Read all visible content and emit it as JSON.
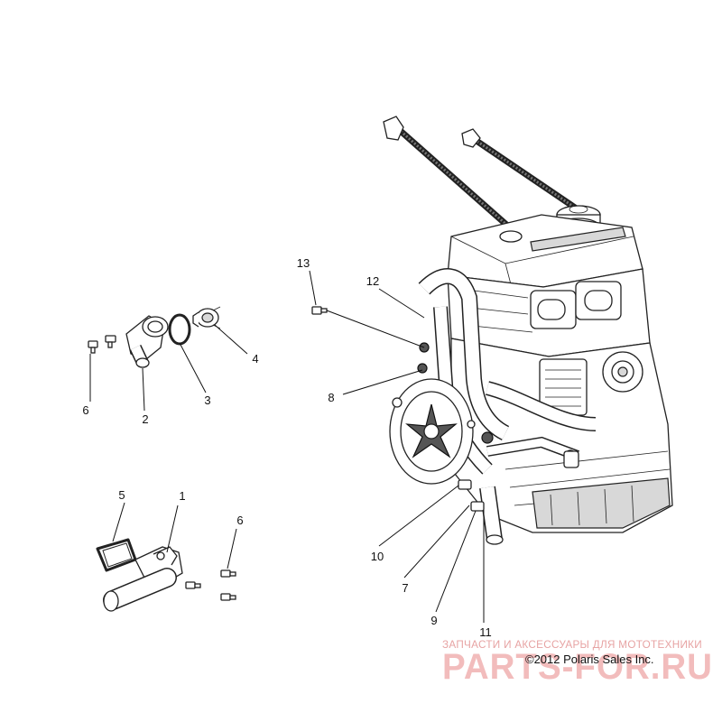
{
  "callouts": {
    "c1": "1",
    "c2": "2",
    "c3": "3",
    "c4": "4",
    "c5": "5",
    "c6a": "6",
    "c6b": "6",
    "c7": "7",
    "c8": "8",
    "c9": "9",
    "c10": "10",
    "c11": "11",
    "c12": "12",
    "c13": "13"
  },
  "footer": {
    "copyright": "©2012 Polaris Sales Inc."
  },
  "watermark": {
    "tagline": "ЗАПЧАСТИ И АКСЕССУАРЫ ДЛЯ МОТОТЕХНИКИ",
    "brand": "PARTS-FOR.RU"
  }
}
